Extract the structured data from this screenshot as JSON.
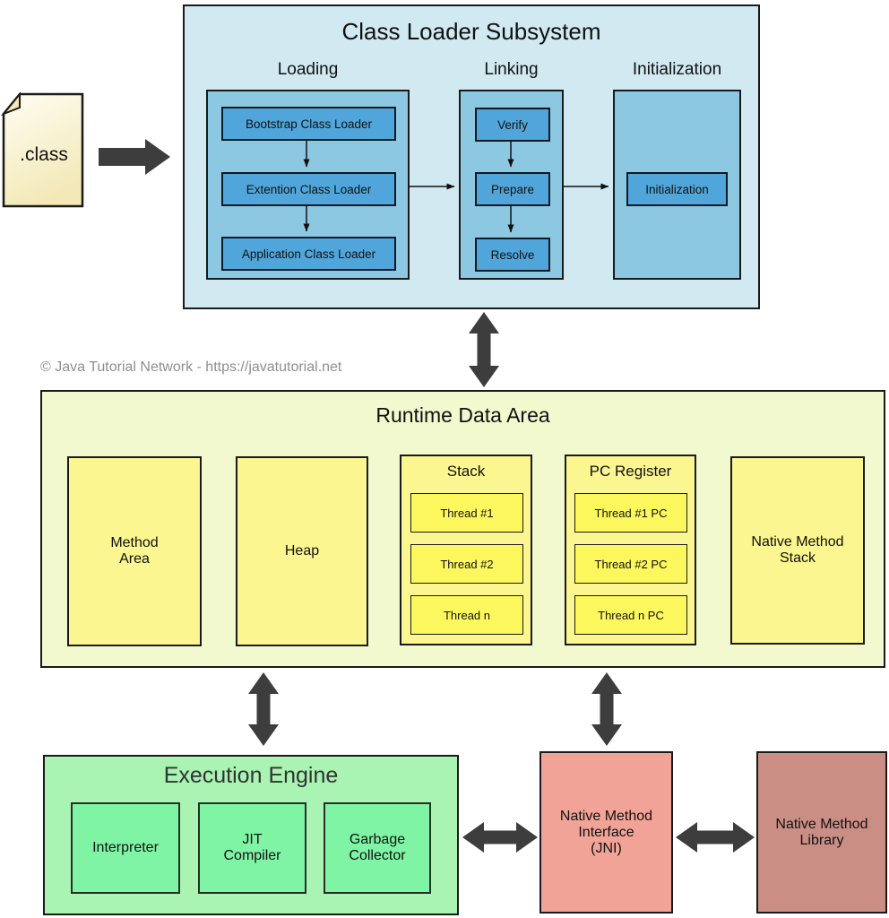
{
  "colors": {
    "cls_bg": "#d1eaf1",
    "cls_column_bg": "#8dc8e3",
    "cls_inner_bg": "#50a6db",
    "rda_bg": "#f3f9cf",
    "rda_box_bg": "#fbf68f",
    "thread_bg": "#fdf75e",
    "ee_bg": "#a9f3b3",
    "ee_inner_bg": "#80f4a5",
    "jni_bg": "#f2a397",
    "library_bg": "#ca8e85",
    "arrow": "#3d3d3d",
    "paper_fill": "#f5ecbe"
  },
  "class_file": {
    "label": ".class"
  },
  "copyright": "© Java Tutorial Network - https://javatutorial.net",
  "class_loader_subsystem": {
    "title": "Class Loader Subsystem",
    "loading": {
      "header": "Loading",
      "boxes": [
        "Bootstrap Class Loader",
        "Extention Class Loader",
        "Application Class Loader"
      ]
    },
    "linking": {
      "header": "Linking",
      "boxes": [
        "Verify",
        "Prepare",
        "Resolve"
      ]
    },
    "initialization": {
      "header": "Initialization",
      "boxes": [
        "Initialization"
      ]
    }
  },
  "runtime_data_area": {
    "title": "Runtime Data Area",
    "method_area": "Method\nArea",
    "heap": "Heap",
    "stack": {
      "header": "Stack",
      "threads": [
        "Thread #1",
        "Thread #2",
        "Thread n"
      ]
    },
    "pc_register": {
      "header": "PC Register",
      "threads": [
        "Thread #1 PC",
        "Thread #2 PC",
        "Thread n PC"
      ]
    },
    "native_method_stack": "Native Method\nStack"
  },
  "execution_engine": {
    "title": "Execution Engine",
    "boxes": [
      "Interpreter",
      "JIT\nCompiler",
      "Garbage\nCollector"
    ]
  },
  "native_method_interface": "Native Method\nInterface\n(JNI)",
  "native_method_library": "Native Method\nLibrary"
}
